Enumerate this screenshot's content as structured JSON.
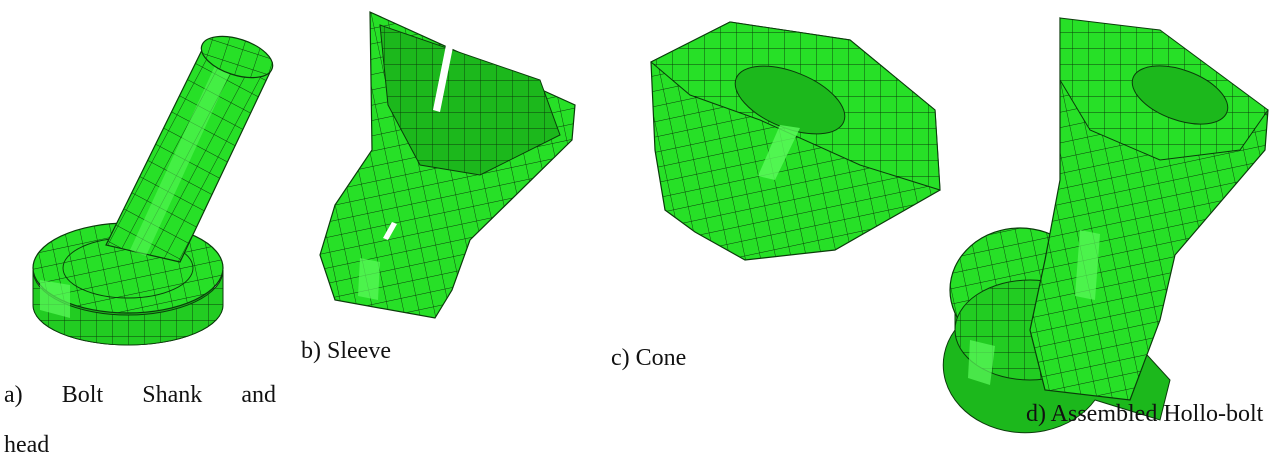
{
  "figure": {
    "panels": [
      {
        "id": "a",
        "caption_line1": [
          "a)",
          "Bolt",
          "Shank",
          "and"
        ],
        "caption_line2": "head"
      },
      {
        "id": "b",
        "caption": "b) Sleeve"
      },
      {
        "id": "c",
        "caption": "c) Cone"
      },
      {
        "id": "d",
        "caption": "d) Assembled Hollo-bolt"
      }
    ]
  },
  "colors": {
    "mesh_face": "#27e027",
    "mesh_face_dark": "#1cb81c",
    "mesh_face_light": "#5cfb5c",
    "mesh_line": "#0b3b0b"
  }
}
